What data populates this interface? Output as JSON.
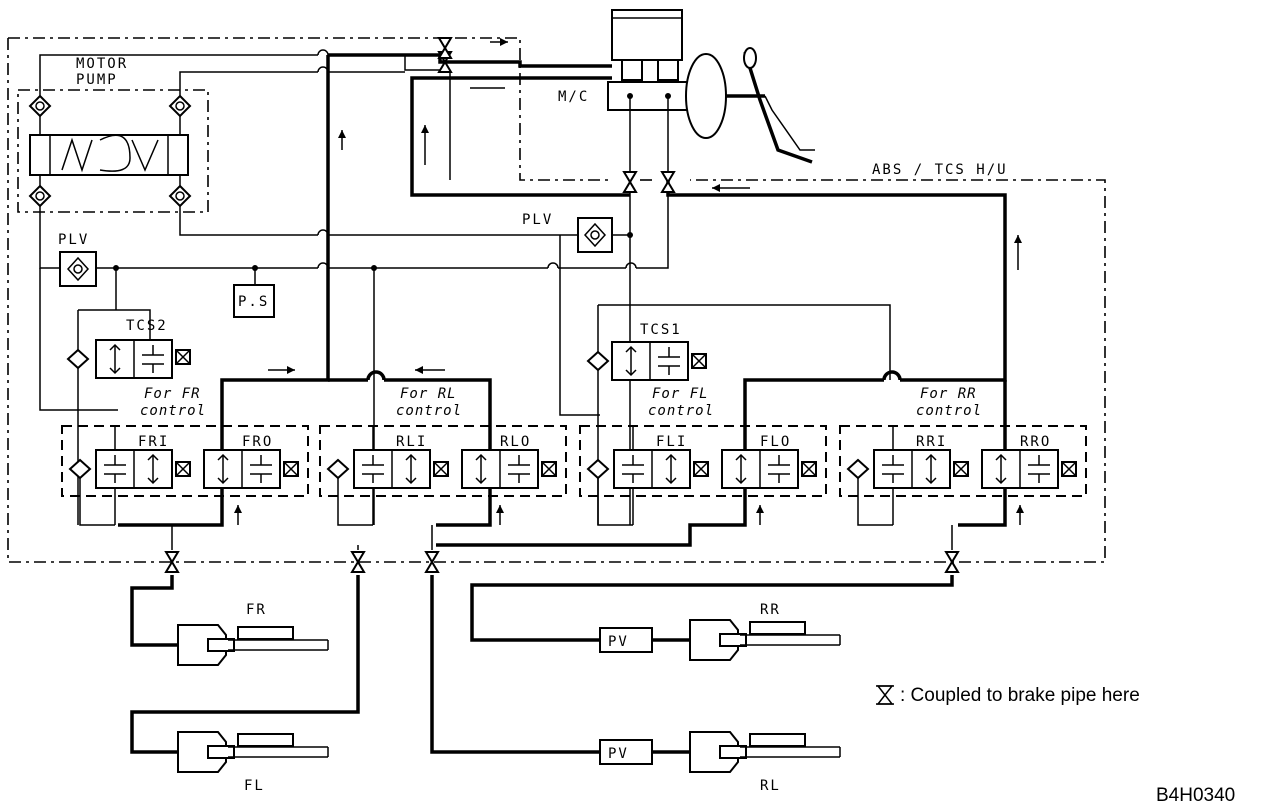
{
  "labels": {
    "motor_pump_line1": "MOTOR",
    "motor_pump_line2": "PUMP",
    "mc": "M/C",
    "abs_tcs": "ABS / TCS   H/U",
    "plv_left": "PLV",
    "plv_right": "PLV",
    "ps": "P.S",
    "tcs2": "TCS2",
    "tcs1": "TCS1",
    "for_fr_1": "For FR",
    "for_fr_2": "control",
    "for_rl_1": "For RL",
    "for_rl_2": "control",
    "for_fl_1": "For FL",
    "for_fl_2": "control",
    "for_rr_1": "For RR",
    "for_rr_2": "control",
    "fri": "FRI",
    "fro": "FRO",
    "rli": "RLI",
    "rlo": "RLO",
    "fli": "FLI",
    "flo": "FLO",
    "rri": "RRI",
    "rro": "RRO",
    "wheel_fr": "FR",
    "wheel_fl": "FL",
    "wheel_rr": "RR",
    "wheel_rl": "RL",
    "pv_rr": "PV",
    "pv_rl": "PV"
  },
  "legend": {
    "text": ": Coupled to brake pipe here"
  },
  "figure_code": "B4H0340"
}
